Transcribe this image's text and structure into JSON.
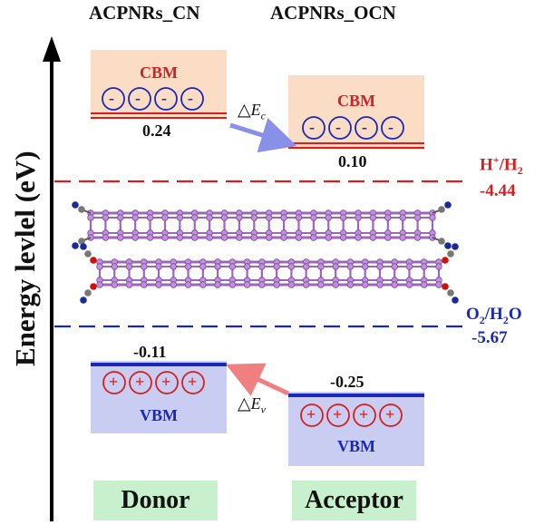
{
  "headers": {
    "donor_material": "ACPNRs_CN",
    "acceptor_material": "ACPNRs_OCN"
  },
  "y_axis_label": "Energy levlel (eV)",
  "donor": {
    "cbm_label": "CBM",
    "cbm_value": "0.24",
    "electrons": [
      "-",
      "-",
      "-",
      "-"
    ],
    "vbm_label": "VBM",
    "vbm_value": "-0.11",
    "holes": [
      "+",
      "+",
      "+",
      "+"
    ],
    "role": "Donor"
  },
  "acceptor": {
    "cbm_label": "CBM",
    "cbm_value": "0.10",
    "electrons": [
      "-",
      "-",
      "-",
      "-"
    ],
    "vbm_label": "VBM",
    "vbm_value": "-0.25",
    "holes": [
      "+",
      "+",
      "+",
      "+"
    ],
    "role": "Acceptor"
  },
  "offsets": {
    "conduction": {
      "symbol": "△",
      "var": "E",
      "sub": "c"
    },
    "valence": {
      "symbol": "△",
      "var": "E",
      "sub": "v"
    }
  },
  "potentials": {
    "hydrogen": {
      "species_a": "H",
      "sup": "+",
      "sep": "/H",
      "sub": "2",
      "value": "-4.44"
    },
    "oxygen": {
      "species_a": "O",
      "sub1": "2",
      "mid": "/H",
      "sub2": "2",
      "tail": "O",
      "value": "-5.67"
    }
  },
  "colors": {
    "cbm_fill": "#fbdcc4",
    "vbm_fill": "#c9cdf2",
    "red": "#d42020",
    "blue": "#1a28b8",
    "role_fill": "#c8f0cc",
    "arrow_blue": "#8890e8",
    "arrow_red": "#f08080",
    "atom_p": "#c48ee0",
    "atom_n": "#1a2a9a",
    "atom_c": "#777777",
    "atom_o": "#d01010"
  }
}
